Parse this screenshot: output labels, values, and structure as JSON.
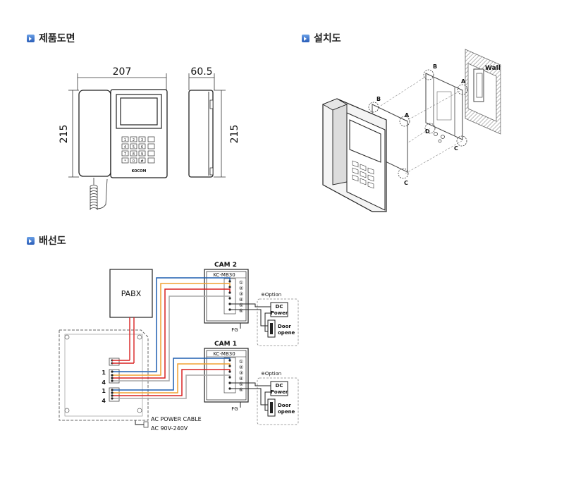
{
  "sections": {
    "product_drawing": "제품도면",
    "installation": "설치도",
    "wiring": "배선도"
  },
  "dimensions": {
    "front_width": "207",
    "side_depth": "60.5",
    "front_height": "215",
    "side_height": "215"
  },
  "device": {
    "brand": "KOCOM",
    "keypad": [
      "1",
      "2",
      "3",
      "4",
      "5",
      "6",
      "7",
      "8",
      "9",
      "*",
      "0",
      "#"
    ]
  },
  "installation_labels": {
    "wall": "Wall",
    "A1": "A",
    "A2": "A",
    "B1": "B",
    "B2": "B",
    "C1": "C",
    "C2": "C",
    "D": "D"
  },
  "wiring": {
    "pabx": "PABX",
    "cam2": {
      "title": "CAM 2",
      "model": "KC-MB30",
      "fg": "FG"
    },
    "cam1": {
      "title": "CAM 1",
      "model": "KC-MB30",
      "fg": "FG"
    },
    "terminals": [
      "①",
      "②",
      "③",
      "④",
      "⑤",
      "⑥"
    ],
    "option_label": "※Option",
    "dc_power_top": "DC",
    "dc_power_bottom": "Power",
    "door_top": "Door",
    "door_bottom": "opene",
    "port_num_1": "1",
    "port_num_4": "4",
    "ac_cable": "AC POWER CABLE",
    "ac_voltage": "AC 90V-240V"
  },
  "colors": {
    "blue": "#1f5fb0",
    "orange": "#f0a030",
    "red": "#d82020",
    "gray": "#a8a8a8",
    "bullet": "#3a6fd0"
  }
}
